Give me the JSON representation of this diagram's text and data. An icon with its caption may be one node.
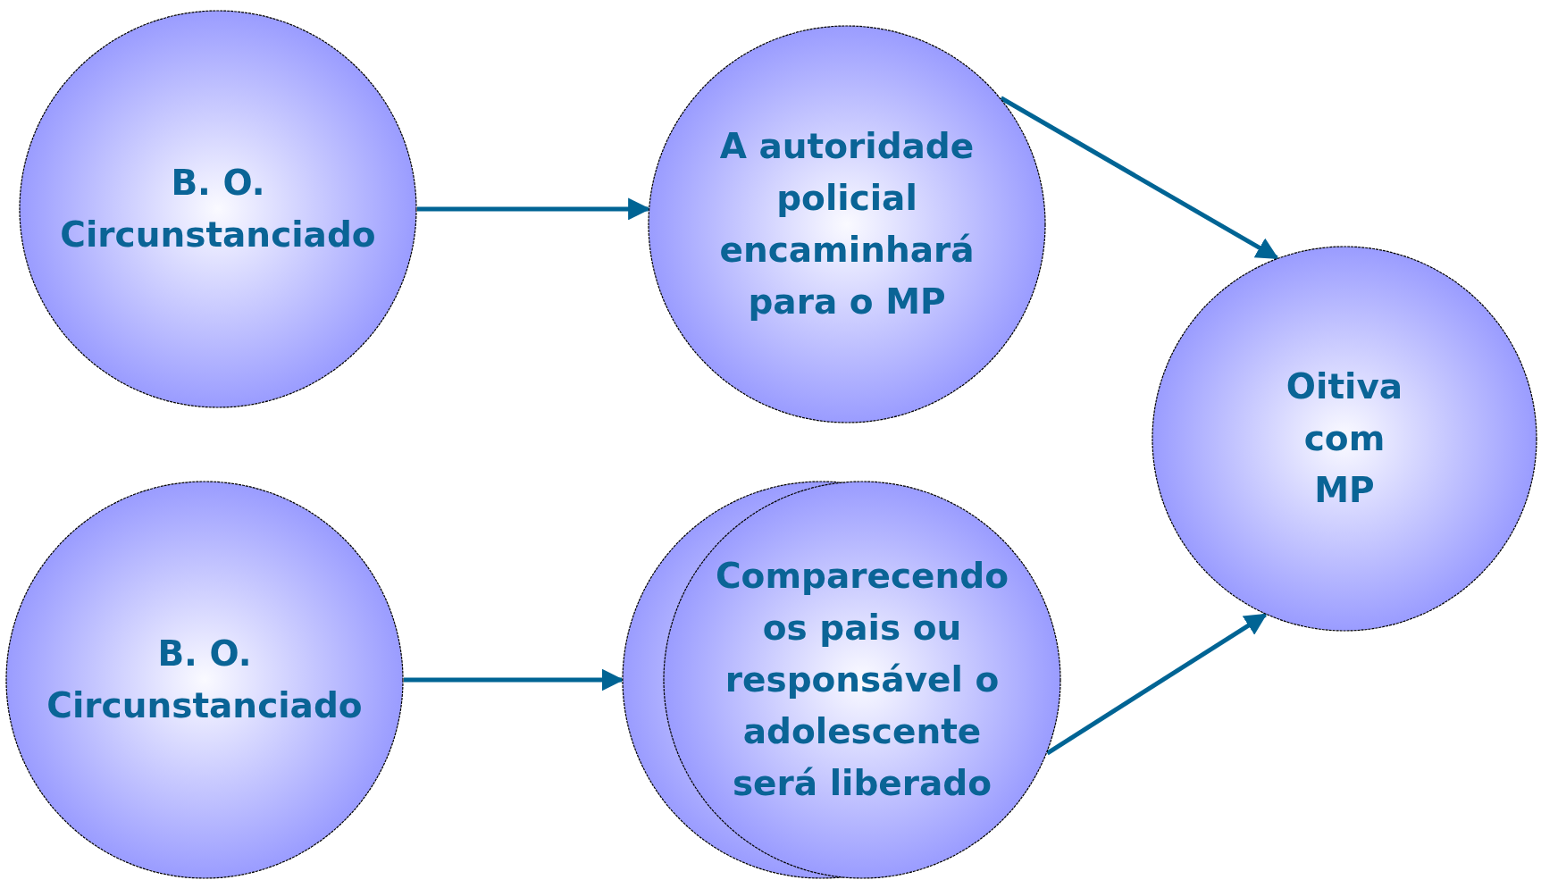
{
  "diagram": {
    "nodes": [
      {
        "text": [
          "B. O. Circunstanciado"
        ]
      },
      {
        "text": [
          "A autoridade policial encaminhará para o MP"
        ]
      },
      {
        "text": [
          "Oitiva com MP"
        ]
      },
      {
        "text": [
          "B. O. Circunstanciado"
        ]
      },
      {
        "text": [
          "Comparecendo os pais ou responsável o adolescente será liberado"
        ]
      }
    ],
    "edges": [
      {
        "from": 0,
        "to": 1,
        "arrow": "to"
      },
      {
        "from": 1,
        "to": 2,
        "arrow": "to"
      },
      {
        "from": 3,
        "to": 4,
        "arrow": "to"
      },
      {
        "from": 4,
        "to": 2,
        "arrow": "to"
      }
    ]
  }
}
